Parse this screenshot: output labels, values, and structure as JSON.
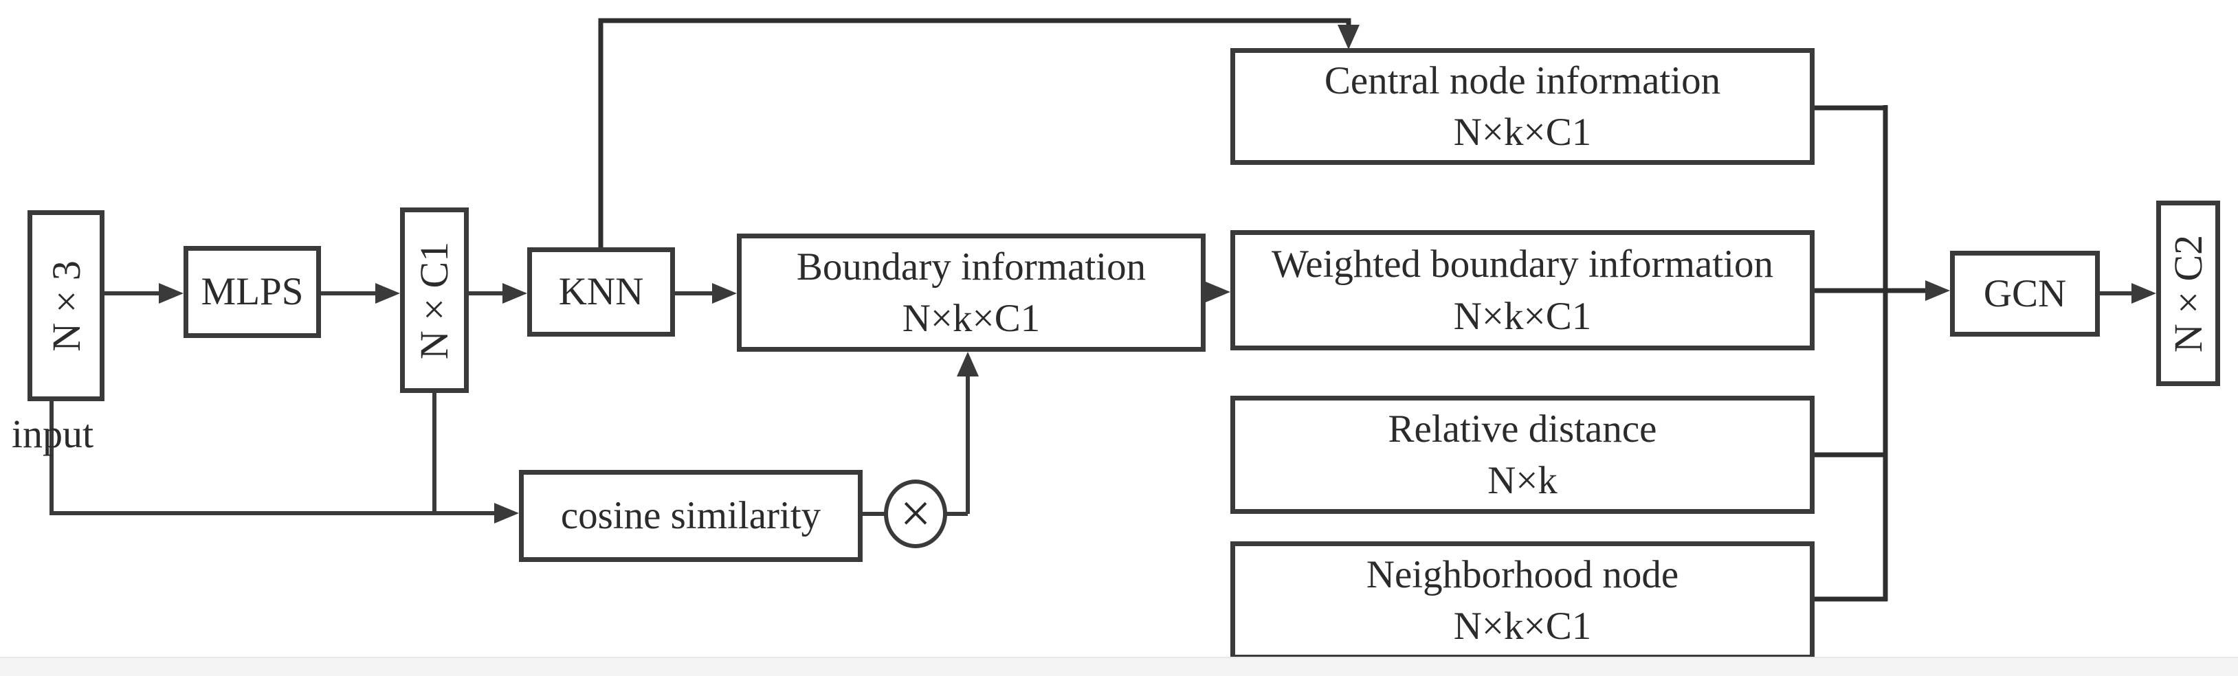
{
  "diagram": {
    "type": "flowchart",
    "background_color": "#ffffff",
    "stroke_color": "#3a3a3a",
    "text_color": "#2b2b2b",
    "nodes": {
      "input_tensor": {
        "label": "N × 3",
        "caption": "input"
      },
      "mlps": {
        "label": "MLPS"
      },
      "feature_tensor": {
        "label": "N × C1"
      },
      "knn": {
        "label": "KNN"
      },
      "boundary": {
        "title": "Boundary information",
        "dims": "N×k×C1"
      },
      "cosine": {
        "label": "cosine similarity"
      },
      "multiply_operator": {
        "symbol": "×"
      },
      "central": {
        "title": "Central node information",
        "dims": "N×k×C1"
      },
      "weighted": {
        "title": "Weighted boundary information",
        "dims": "N×k×C1"
      },
      "relative": {
        "title": "Relative distance",
        "dims": "N×k"
      },
      "neighborhood": {
        "title": "Neighborhood node",
        "dims": "N×k×C1"
      },
      "gcn": {
        "label": "GCN"
      },
      "output_tensor": {
        "label": "N × C2"
      }
    }
  }
}
